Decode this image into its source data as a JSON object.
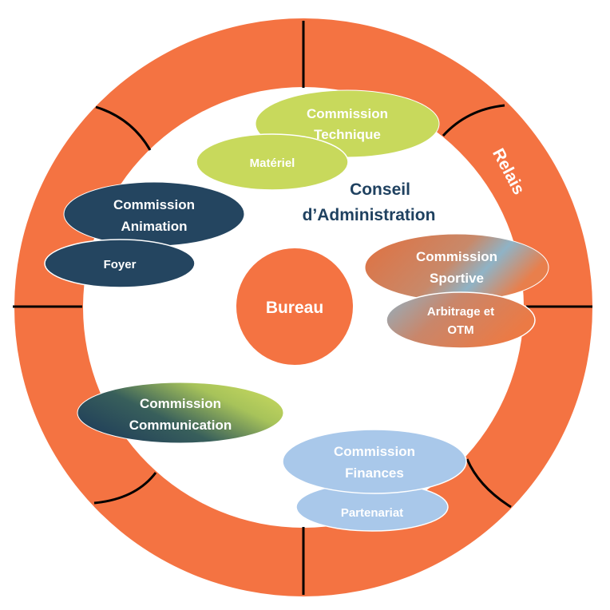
{
  "colors": {
    "ring": "#F47342",
    "ring_divider": "#000000",
    "inner": "#FFFFFF",
    "title": "#1F4160",
    "green": "#C8D95C",
    "navy": "#244560",
    "light_blue": "#A9C8EA",
    "white_text": "#FFFFFF"
  },
  "diagram": {
    "title_line1": "Conseil",
    "title_line2": "d’Administration",
    "ring_label": "Relais",
    "center": "Bureau",
    "commissions": {
      "technique": {
        "line1": "Commission",
        "line2": "Technique"
      },
      "materiel": "Matériel",
      "animation": {
        "line1": "Commission",
        "line2": "Animation"
      },
      "foyer": "Foyer",
      "sportive": {
        "line1": "Commission",
        "line2": "Sportive"
      },
      "arbitrage": {
        "line1": "Arbitrage et",
        "line2": "OTM"
      },
      "communication": {
        "line1": "Commission",
        "line2": "Communication"
      },
      "finances": {
        "line1": "Commission",
        "line2": "Finances"
      },
      "partenariat": "Partenariat"
    }
  }
}
